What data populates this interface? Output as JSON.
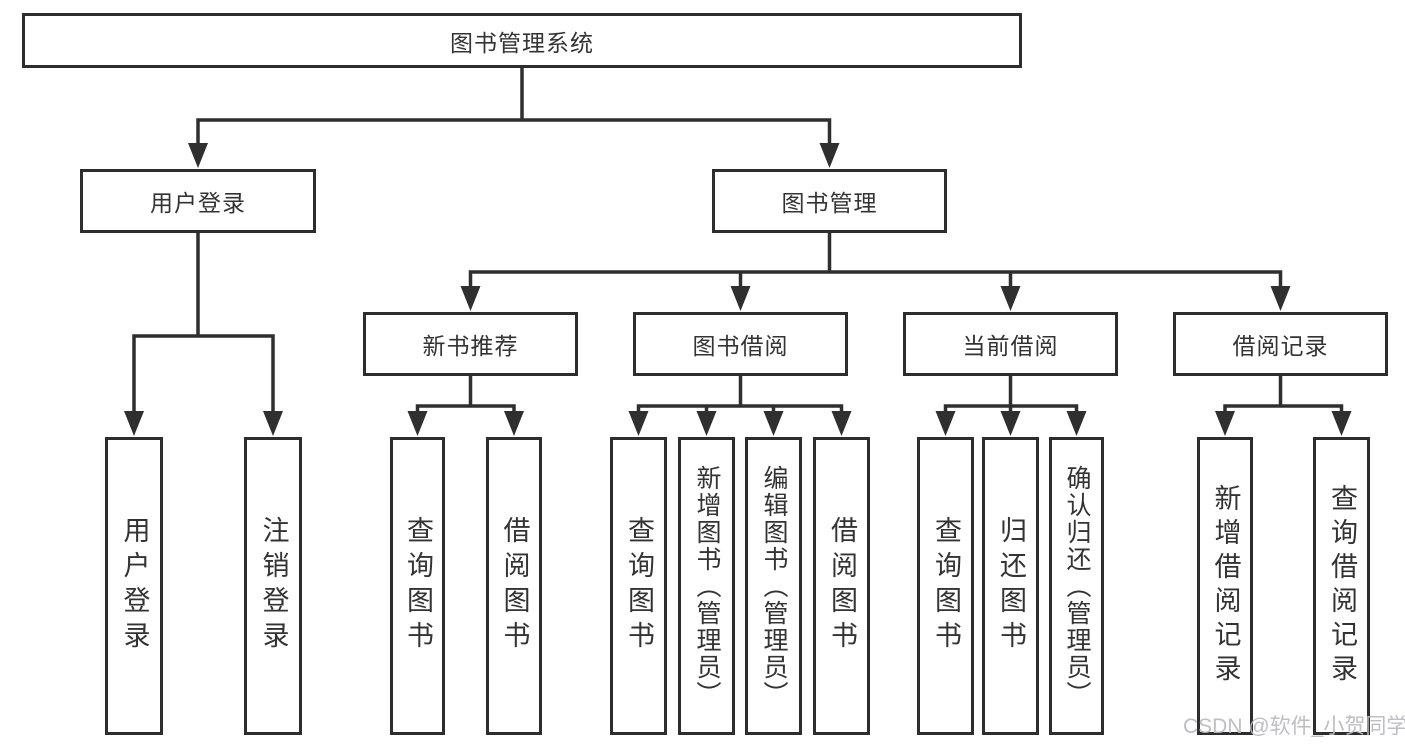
{
  "diagram_title": "图书管理系统",
  "tree": {
    "root": {
      "label": "图书管理系统"
    },
    "level2": [
      {
        "id": "user-login",
        "label": "用户登录",
        "parent": "图书管理系统"
      },
      {
        "id": "book-management",
        "label": "图书管理",
        "parent": "图书管理系统"
      }
    ],
    "level3": [
      {
        "id": "new-book-recommend",
        "label": "新书推荐",
        "parent": "图书管理"
      },
      {
        "id": "book-borrow",
        "label": "图书借阅",
        "parent": "图书管理"
      },
      {
        "id": "current-borrow",
        "label": "当前借阅",
        "parent": "图书管理"
      },
      {
        "id": "borrow-records",
        "label": "借阅记录",
        "parent": "图书管理"
      }
    ],
    "leaves": {
      "user_login": [
        {
          "label": "用户登录"
        },
        {
          "label": "注销登录"
        }
      ],
      "new_book_recommend": [
        {
          "label": "查询图书"
        },
        {
          "label": "借阅图书"
        }
      ],
      "book_borrow": [
        {
          "label": "查询图书"
        },
        {
          "label": "新增图书（管理员）"
        },
        {
          "label": "编辑图书（管理员）"
        },
        {
          "label": "借阅图书"
        }
      ],
      "current_borrow": [
        {
          "label": "查询图书"
        },
        {
          "label": "归还图书"
        },
        {
          "label": "确认归还（管理员）"
        }
      ],
      "borrow_records": [
        {
          "label": "新增借阅记录"
        },
        {
          "label": "查询借阅记录"
        }
      ]
    }
  },
  "watermark": {
    "text": "CSDN @软件_小贺同学"
  },
  "colors": {
    "line": "#2f2f2f",
    "box_border": "#2d2d2d",
    "text": "#333333",
    "watermark": "#bbbbc0",
    "background": "#ffffff"
  }
}
